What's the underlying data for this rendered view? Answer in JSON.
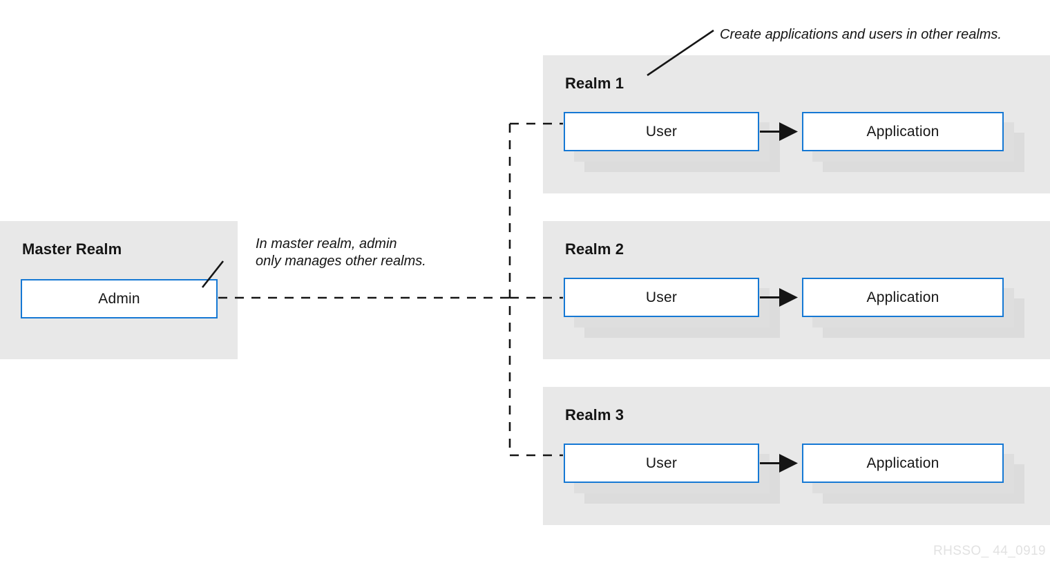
{
  "diagram": {
    "title": "Red Hat Single Sign-On realms overview",
    "colors": {
      "panel_background": "#e8e8e8",
      "node_border_blue": "#1578d4",
      "node_fill": "#ffffff",
      "stack_layer_gray": "#dcdcdc",
      "text": "#151515",
      "connector": "#151515",
      "watermark": "#e2e2e2",
      "page_background": "#ffffff"
    }
  },
  "master": {
    "title": "Master Realm",
    "admin": {
      "label": "Admin"
    }
  },
  "realms": [
    {
      "title": "Realm 1",
      "user": {
        "label": "User"
      },
      "application": {
        "label": "Application"
      }
    },
    {
      "title": "Realm 2",
      "user": {
        "label": "User"
      },
      "application": {
        "label": "Application"
      }
    },
    {
      "title": "Realm 3",
      "user": {
        "label": "User"
      },
      "application": {
        "label": "Application"
      }
    }
  ],
  "annotations": {
    "master": "In master realm, admin\nonly manages other realms.",
    "realms": "Create applications and users in other realms."
  },
  "watermark": {
    "label": "RHSSO_ 44_0919"
  }
}
